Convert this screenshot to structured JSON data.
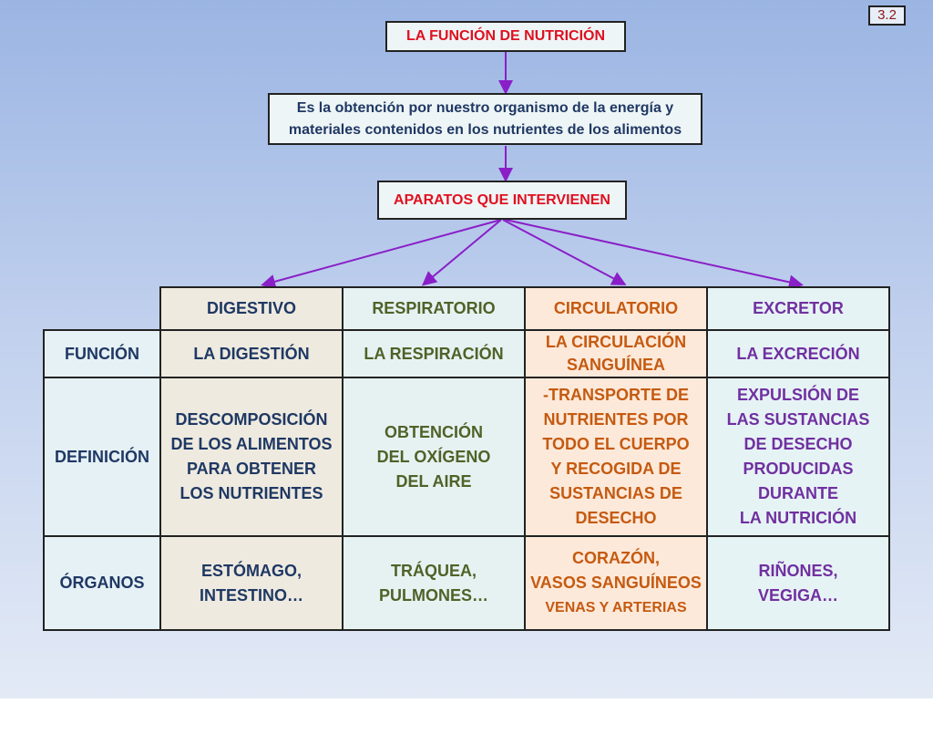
{
  "slide_number": "3.2",
  "title": "LA FUNCIÓN  DE  NUTRICIÓN",
  "definition": "Es la obtención por nuestro organismo de la energía y materiales contenidos en los nutrientes de los alimentos",
  "subtitle": "APARATOS QUE INTERVIENEN",
  "colors": {
    "accent_red": "#e01020",
    "arrow": "#8a1fc8"
  },
  "table": {
    "columns": [
      "DIGESTIVO",
      "RESPIRATORIO",
      "CIRCULATORIO",
      "EXCRETOR"
    ],
    "rows": [
      {
        "label": "FUNCIÓN",
        "cells": [
          "LA DIGESTIÓN",
          "LA RESPIRACIÓN",
          "LA CIRCULACIÓN\nSANGUÍNEA",
          "LA EXCRECIÓN"
        ]
      },
      {
        "label": "DEFINICIÓN",
        "cells": [
          "DESCOMPOSICIÓN\nDE LOS ALIMENTOS\nPARA OBTENER\nLOS NUTRIENTES",
          "OBTENCIÓN\nDEL OXÍGENO\nDEL AIRE",
          "-TRANSPORTE DE\nNUTRIENTES POR\nTODO EL CUERPO\nY RECOGIDA DE\nSUSTANCIAS DE\nDESECHO",
          "EXPULSIÓN DE\nLAS SUSTANCIAS\nDE DESECHO\nPRODUCIDAS\nDURANTE\nLA NUTRICIÓN"
        ]
      },
      {
        "label": "ÓRGANOS",
        "cells": [
          "ESTÓMAGO,\nINTESTINO…",
          "TRÁQUEA,\nPULMONES…",
          "CORAZÓN,\nVASOS SANGUÍNEOS",
          "RIÑONES,\nVEGIGA…"
        ],
        "extra": "VENAS Y ARTERIAS"
      }
    ]
  }
}
